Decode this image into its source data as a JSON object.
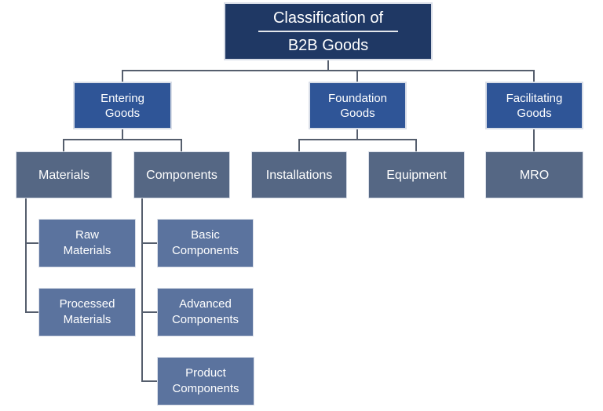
{
  "diagram": {
    "title": {
      "line1": "Classification of",
      "line2": "B2B Goods"
    },
    "nodes": {
      "entering": {
        "line1": "Entering",
        "line2": "Goods"
      },
      "foundation": {
        "line1": "Foundation",
        "line2": "Goods"
      },
      "facilitating": {
        "line1": "Facilitating",
        "line2": "Goods"
      },
      "materials": {
        "line1": "Materials"
      },
      "components": {
        "line1": "Components"
      },
      "installations": {
        "line1": "Installations"
      },
      "equipment": {
        "line1": "Equipment"
      },
      "mro": {
        "line1": "MRO"
      },
      "raw_materials": {
        "line1": "Raw",
        "line2": "Materials"
      },
      "processed_materials": {
        "line1": "Processed",
        "line2": "Materials"
      },
      "basic_components": {
        "line1": "Basic",
        "line2": "Components"
      },
      "advanced_components": {
        "line1": "Advanced",
        "line2": "Components"
      },
      "product_components": {
        "line1": "Product",
        "line2": "Components"
      }
    },
    "colors": {
      "title_bg": "#1F3864",
      "level2_bg": "#2F5597",
      "level3_bg": "#556784",
      "level4_bg": "#5B739E",
      "box_border": "#D9DEE8",
      "connector": "#555E6D",
      "text": "#FFFFFF",
      "background": "#FFFFFF"
    }
  }
}
